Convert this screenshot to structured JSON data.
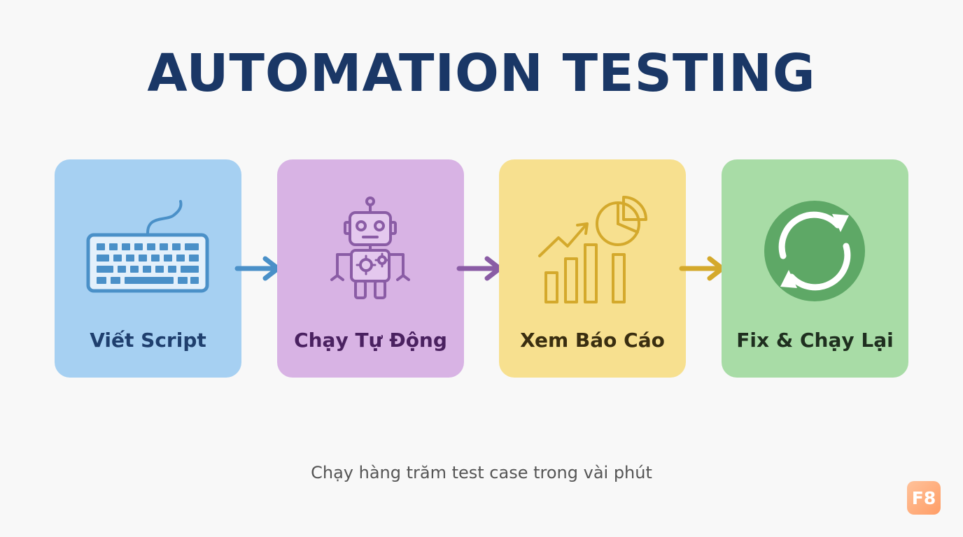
{
  "title": "AUTOMATION TESTING",
  "steps": [
    {
      "label": "Viết Script",
      "icon": "keyboard-icon",
      "bg": "#a6d0f2",
      "accent": "#4a90c8",
      "text_color": "#1f3f6e"
    },
    {
      "label": "Chạy Tự Động",
      "icon": "robot-icon",
      "bg": "#d8b3e4",
      "accent": "#8a5ca5",
      "text_color": "#4a2160"
    },
    {
      "label": "Xem Báo Cáo",
      "icon": "chart-report-icon",
      "bg": "#f7e08f",
      "accent": "#d4a92c",
      "text_color": "#3a2e10"
    },
    {
      "label": "Fix & Chạy Lại",
      "icon": "refresh-cycle-icon",
      "bg": "#a8dca6",
      "accent": "#5ea866",
      "text_color": "#1f2f1f"
    }
  ],
  "subtitle": "Chạy hàng trăm test case trong vài phút",
  "logo": "F8"
}
